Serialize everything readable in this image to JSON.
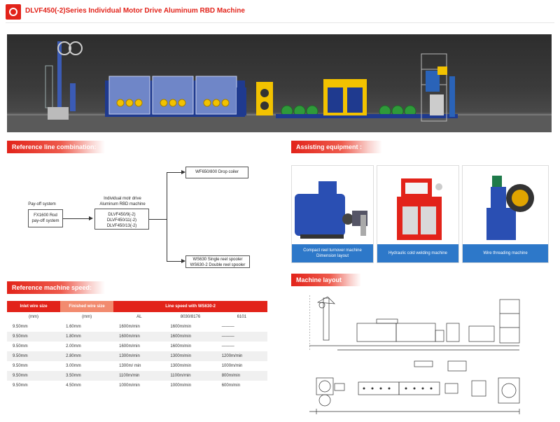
{
  "header": {
    "title": "DLVF450(-2)Series Individual Motor Drive Aluminum RBD Machine"
  },
  "sections": {
    "reference_line": "Reference line combination:",
    "assisting": "Assisting equipment :",
    "speed": "Reference machine speed:",
    "layout": "Machine layout"
  },
  "flow": {
    "payoff_label": "Pay-off system",
    "payoff_box": [
      "FX1600 Rod",
      "pay-off system"
    ],
    "drive_label": [
      "Individual motr drive",
      "Aluminum RBD machine"
    ],
    "drive_box": [
      "DLVF450/9(-2)",
      "DLVF450/11(-2)",
      "DLVF450/13(-2)"
    ],
    "coiler": "WF650/800 Drop coiler",
    "spooler": [
      "WS630 Single reel spooler",
      "WS630-2 Double reel spooler"
    ]
  },
  "speed_table": {
    "headers": [
      "Inlet wire size",
      "Finished wire size",
      "Line speed with WS630-2"
    ],
    "units": [
      "(mm)",
      "(mm)",
      "AL",
      "8030/8176",
      "6101"
    ],
    "rows": [
      [
        "9.50mm",
        "1.60mm",
        "1600m/min",
        "1600m/min",
        "———"
      ],
      [
        "9.50mm",
        "1.80mm",
        "1600m/min",
        "1600m/min",
        "———"
      ],
      [
        "9.50mm",
        "2.00mm",
        "1600m/min",
        "1600m/min",
        "———"
      ],
      [
        "9.50mm",
        "2.80mm",
        "1300m/min",
        "1300m/min",
        "1200m/min"
      ],
      [
        "9.50mm",
        "3.00mm",
        "1300m/ min",
        "1300m/min",
        "1000m/min"
      ],
      [
        "9.50mm",
        "3.50mm",
        "1100m/min",
        "1100m/min",
        "800m/min"
      ],
      [
        "9.50mm",
        "4.50mm",
        "1000m/min",
        "1000m/min",
        "600m/min"
      ]
    ]
  },
  "equipment": [
    {
      "caption": [
        "Compact reel turnover machine",
        "Dimension layout"
      ],
      "icon": "reel-turnover-machine"
    },
    {
      "caption": [
        "Hydraulic cold welding machine"
      ],
      "icon": "cold-welding-machine"
    },
    {
      "caption": [
        "Wire threading machine"
      ],
      "icon": "wire-threading-machine"
    }
  ],
  "colors": {
    "brand_red": "#e2231a",
    "caption_blue": "#1b6dc4",
    "machine_blue": "#1f3a8f",
    "machine_yellow": "#f2c200"
  }
}
